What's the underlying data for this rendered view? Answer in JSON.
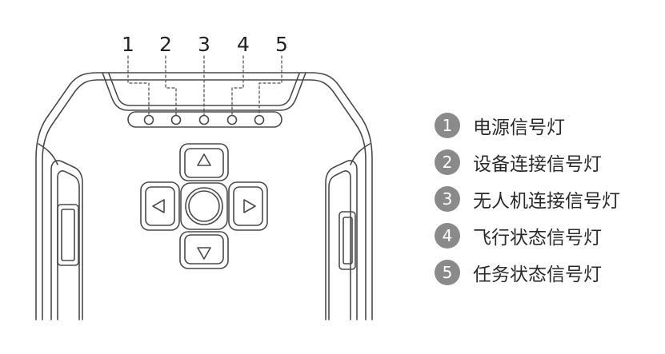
{
  "indicator_numbers": [
    "1",
    "2",
    "3",
    "4",
    "5"
  ],
  "legend": [
    {
      "number": "1",
      "text": "电源信号灯"
    },
    {
      "number": "2",
      "text": "设备连接信号灯"
    },
    {
      "number": "3",
      "text": "无人机连接信号灯"
    },
    {
      "number": "4",
      "text": "飞行状态信号灯"
    },
    {
      "number": "5",
      "text": "任务状态信号灯"
    }
  ],
  "colors": {
    "line": "#4a4a4a",
    "badge": "#8a8a8a",
    "text": "#2a2a2a"
  }
}
